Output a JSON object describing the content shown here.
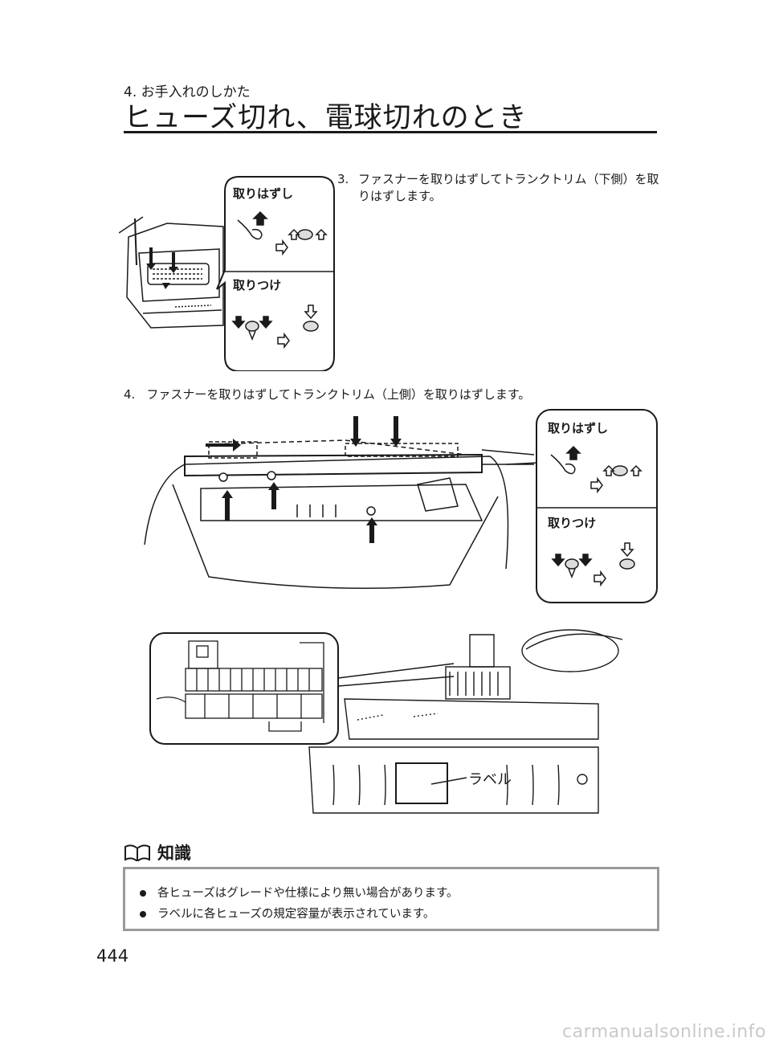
{
  "header": {
    "chapter": "4. お手入れのしかた",
    "title": "ヒューズ切れ、電球切れのとき"
  },
  "step3": {
    "number": "3.",
    "text": "ファスナーを取りはずしてトランクトリム（下側）を取りはずします。"
  },
  "step4": {
    "number": "4.",
    "text": "ファスナーを取りはずしてトランクトリム（上側）を取りはずします。"
  },
  "callouts": {
    "remove_label": "取りはずし",
    "install_label": "取りつけ"
  },
  "figure3": {
    "label_callout": "ラベル"
  },
  "knowledge": {
    "heading": "知識",
    "items": [
      "各ヒューズはグレードや仕様により無い場合があります。",
      "ラベルに各ヒューズの規定容量が表示されています。"
    ]
  },
  "page_number": "444",
  "footer_logo": "carmanualsonline.info"
}
